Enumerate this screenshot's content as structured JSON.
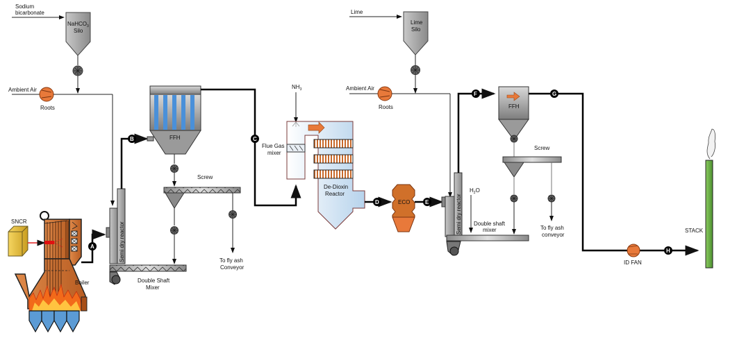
{
  "feeds": {
    "sodium_bicarbonate": "Sodium",
    "sodium_bicarbonate_2": "bicarbonate",
    "lime": "Lime",
    "nh3": "NH",
    "nh3_sub": "3",
    "h2o": "H",
    "h2o_sub": "2",
    "h2o_tail": "O",
    "ambient_air_1": "Ambient Air",
    "ambient_air_2": "Ambient Air"
  },
  "equipment": {
    "nahco3_silo_1": "NaHCO",
    "nahco3_silo_sub": "3",
    "nahco3_silo_2": "Silo",
    "lime_silo_1": "Lime",
    "lime_silo_2": "Silo",
    "roots_1": "Roots",
    "roots_2": "Roots",
    "sncr": "SNCR",
    "boiler": "Boiler",
    "semi_dry_reactor_1": "Semi dry reactor",
    "semi_dry_reactor_2": "Semi dry reactor",
    "ffh_1": "FFH",
    "ffh_2": "FFH",
    "screw_1": "Screw",
    "screw_2": "Screw",
    "double_shaft_mixer_1a": "Double Shaft",
    "double_shaft_mixer_1b": "Mixer",
    "double_shaft_mixer_2a": "Double shaft",
    "double_shaft_mixer_2b": "mixer",
    "fly_ash_1a": "To fly ash",
    "fly_ash_1b": "Conveyor",
    "fly_ash_2a": "To fly ash",
    "fly_ash_2b": "conveyor",
    "flue_gas_mixer_1": "Flue Gas",
    "flue_gas_mixer_2": "mixer",
    "de_dioxin_1": "De-Dioxin",
    "de_dioxin_2": "Reactor",
    "eco": "ECO",
    "id_fan": "ID FAN",
    "stack": "STACK"
  },
  "stream_points": [
    "A",
    "B",
    "C",
    "D",
    "E",
    "F",
    "G",
    "H"
  ],
  "colors": {
    "boiler_orange": "#c8692a",
    "fan_orange": "#e8793a",
    "bag_blue": "#4a90d9",
    "stack_green": "#6ab04c",
    "sncr_yellow": "#e8c040",
    "reactor_blue": "#d6e6f4",
    "steel_grey": "#9a9a9a"
  }
}
